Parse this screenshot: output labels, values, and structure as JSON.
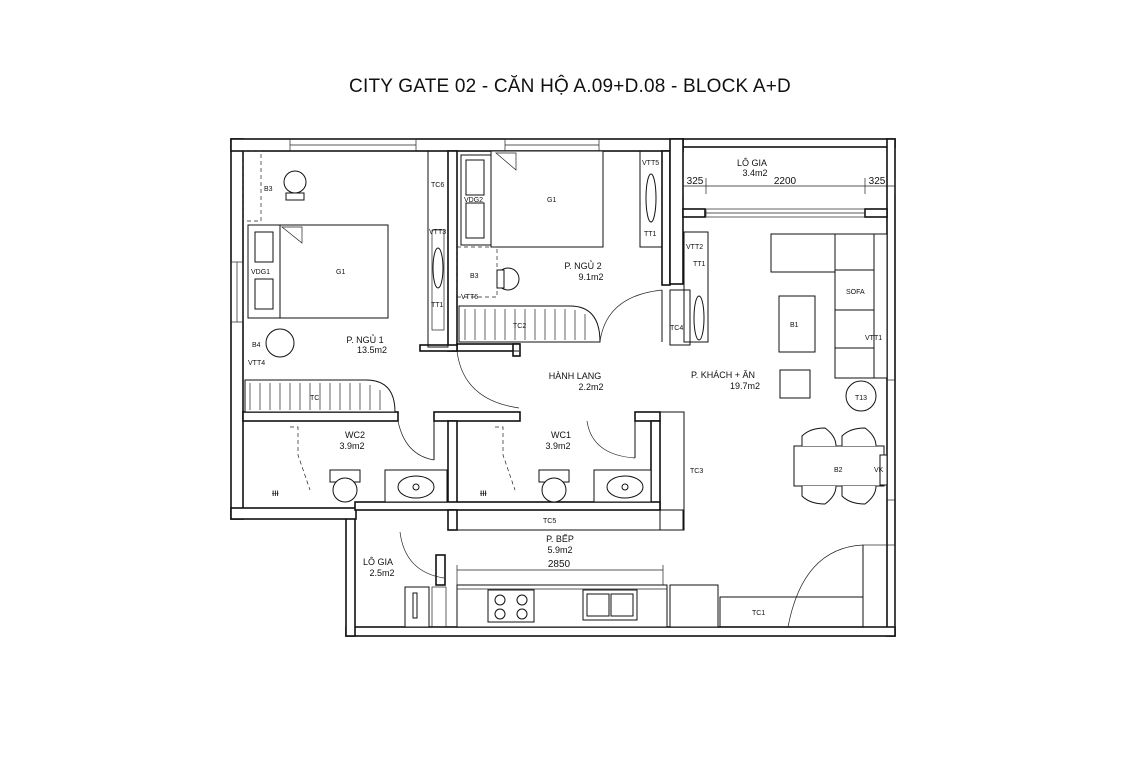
{
  "title": "CITY GATE 02 - CĂN HỘ A.09+D.08 - BLOCK A+D",
  "rooms": {
    "bedroom1": {
      "name": "P. NGỦ 1",
      "area": "13.5m2"
    },
    "bedroom2": {
      "name": "P. NGỦ 2",
      "area": "9.1m2"
    },
    "hallway": {
      "name": "HÀNH LANG",
      "area": "2.2m2"
    },
    "living": {
      "name": "P. KHÁCH + ĂN",
      "area": "19.7m2"
    },
    "wc2": {
      "name": "WC2",
      "area": "3.9m2"
    },
    "wc1": {
      "name": "WC1",
      "area": "3.9m2"
    },
    "kitchen": {
      "name": "P. BẾP",
      "area": "5.9m2"
    },
    "loggia_top": {
      "name": "LÔ GIA",
      "area": "3.4m2"
    },
    "loggia_bottom": {
      "name": "LÔ GIA",
      "area": "2.5m2"
    }
  },
  "dimensions": {
    "loggia_left": "325",
    "loggia_mid": "2200",
    "loggia_right": "325",
    "kitchen_counter": "2850"
  },
  "furniture_labels": {
    "b3_bed1": "B3",
    "tc6": "TC6",
    "vdg1": "VDG1",
    "g1_bed1": "G1",
    "vtt3": "VTT3",
    "tt1_bed1": "TT1",
    "b4": "B4",
    "vtt4": "VTT4",
    "tc_bed1": "TC",
    "vdg2": "VDG2",
    "g1_bed2": "G1",
    "vtt5": "VTT5",
    "tt1_bed2": "TT1",
    "b3_bed2": "B3",
    "vtt6": "VTT6",
    "tc2": "TC2",
    "vtt2": "VTT2",
    "tt1_living": "TT1",
    "tc4": "TC4",
    "sofa": "SOFA",
    "b1": "B1",
    "vtt1": "VTT1",
    "t13": "T13",
    "b2": "B2",
    "vk": "VK",
    "tc3": "TC3",
    "tc5": "TC5",
    "tc1": "TC1"
  }
}
